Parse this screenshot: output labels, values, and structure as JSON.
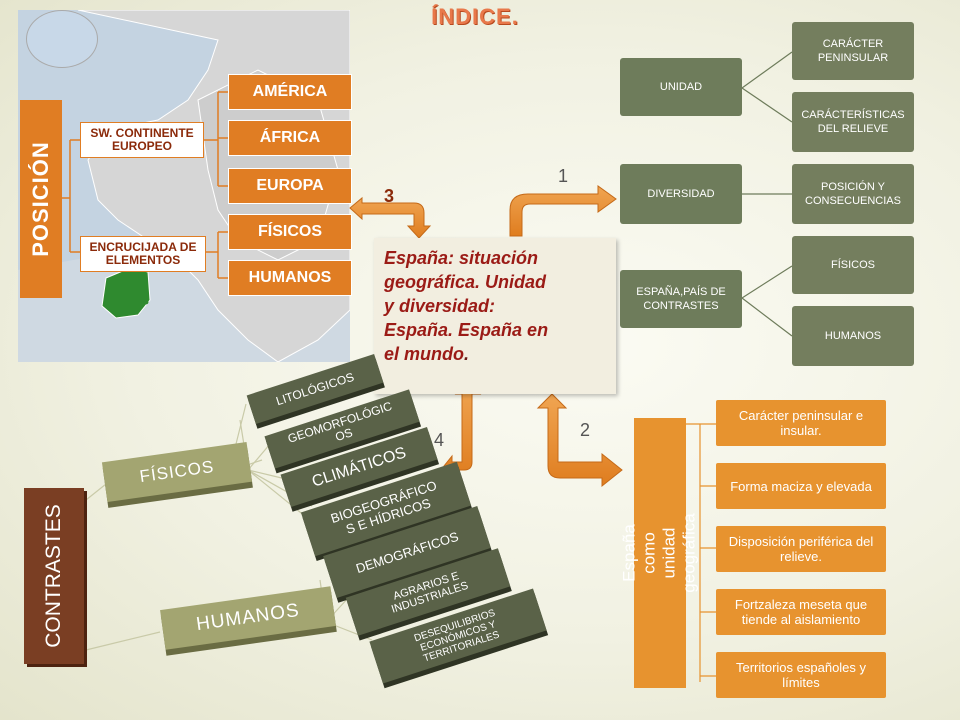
{
  "title": "ÍNDICE.",
  "colors": {
    "orange": "#e07d23",
    "green": "#6e7c5b",
    "light_orange": "#e7932f",
    "brown": "#7a3e23",
    "title": "#e8784a"
  },
  "map": {
    "posicion": "POSICIÓN",
    "sw": "SW. CONTINENTE EUROPEO",
    "encrucijada": "ENCRUCIJADA DE ELEMENTOS",
    "continents": [
      "AMÉRICA",
      "ÁFRICA",
      "EUROPA"
    ],
    "elements": [
      "FÍSICOS",
      "HUMANOS"
    ]
  },
  "center": {
    "line1": "España: situación",
    "line2": "geográfica.  Unidad",
    "line3": "y diversidad:",
    "line4": "España. España en",
    "line5": "el mundo",
    "end": "."
  },
  "numbers": {
    "n1": "1",
    "n2": "2",
    "n3": "3",
    "n4": "4"
  },
  "tree": {
    "unidad": "UNIDAD",
    "diversidad": "DIVERSIDAD",
    "contrastes_pais": "ESPAÑA,PAÍS  DE CONTRASTES",
    "caracter_peninsular": "CARÁCTER PENINSULAR",
    "caracteristicas_relieve": "CARÁCTERÍSTICAS DEL RELIEVE",
    "posicion_consecuencias": "POSICIÓN  Y CONSECUENCIAS",
    "fisicos": "FÍSICOS",
    "humanos": "HUMANOS"
  },
  "unidad_geografica": {
    "label": "España como unidad geográfica",
    "items": [
      "Carácter peninsular e insular.",
      "Forma maciza y elevada",
      "Disposición periférica del relieve.",
      "Fortzaleza meseta que tiende al aislamiento",
      "Territorios españoles y límites"
    ]
  },
  "contrastes": {
    "label": "CONTRASTES",
    "fisicos": "FÍSICOS",
    "humanos": "HUMANOS",
    "fisicos_items": [
      "LITOLÓGICOS",
      "GEOMORFOLÓGICOS",
      "CLIMÁTICOS",
      "BIOGEOGRÁFICOS E HÍDRICOS"
    ],
    "humanos_items": [
      "DEMOGRÁFICOS",
      "AGRARIOS E INDUSTRIALES",
      "DESEQUILIBRIOS ECONÓMICOS Y TERRITORIALES"
    ]
  }
}
